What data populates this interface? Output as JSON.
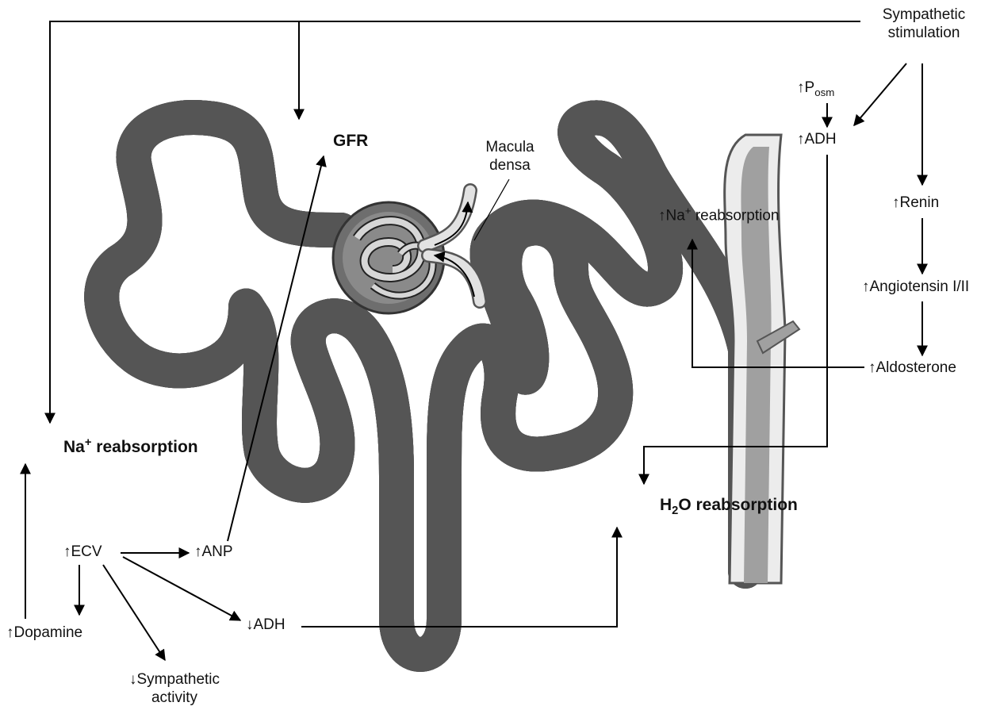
{
  "labels": {
    "sympathetic_stimulation": "Sympathetic stimulation",
    "posm_arrow": "↑P",
    "posm_sub": "osm",
    "adh_up": "↑ADH",
    "renin": "↑Renin",
    "angiotensin": "↑Angiotensin I/II",
    "aldosterone": "↑Aldosterone",
    "na_reabs_up_pre": "↑Na",
    "na_reabs_up_sup": "+",
    "na_reabs_up_post": " reabsorption",
    "gfr": "GFR",
    "macula_densa": "Macula densa",
    "na_reabs_main_pre": "Na",
    "na_reabs_main_sup": "+",
    "na_reabs_main_post": " reabsorption",
    "h2o_pre": "H",
    "h2o_sub": "2",
    "h2o_post": "O reabsorption",
    "ecv": "↑ECV",
    "anp": "↑ANP",
    "adh_down": "↓ADH",
    "dopamine": "↑Dopamine",
    "sympathetic_activity": "↓Sympathetic activity"
  }
}
